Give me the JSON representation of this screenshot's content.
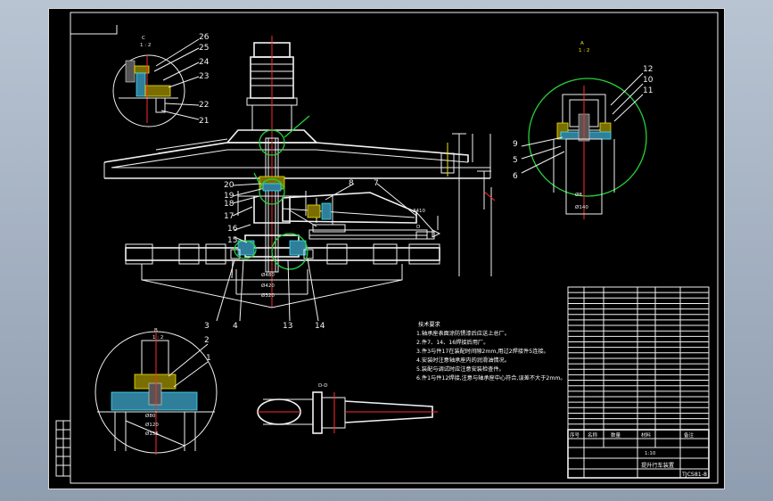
{
  "drawing": {
    "callouts_main": [
      "1",
      "2",
      "3",
      "4",
      "5",
      "6",
      "7",
      "8",
      "9",
      "10",
      "11",
      "12",
      "13",
      "14",
      "15",
      "16",
      "17",
      "18",
      "19",
      "20",
      "21",
      "22",
      "23",
      "24",
      "25",
      "26"
    ],
    "detail_marks": [
      "C",
      "B",
      "A",
      "D-D"
    ],
    "tech_req_title": "技术要求",
    "tech_req_lines": [
      "1.轴承座表面涂防锈漆后应送上总厂。",
      "2.件7、14、16焊接后用厂。",
      "3.件3与件17在装配时间隙2mm,用过2焊接件5连接。",
      "4.安装时注意轴承座内的润滑油情况。",
      "5.装配与调试时应注意安装检查件。",
      "6.件1与件12焊接,注意与轴承座中心符合,误差不大于2mm。"
    ],
    "dim_text": "3410"
  },
  "title_block": {
    "drawing_title": "提升行车装置",
    "drawing_no": "TJCS81-8",
    "scale": "1:10",
    "header_cols": [
      "序号",
      "名称",
      "数量",
      "材料",
      "备注"
    ]
  },
  "colors": {
    "line": "#f2f2f2",
    "center": "#ff2a2a",
    "detail_circle": "#27d23a",
    "hatch_cyan": "#3fe0ff",
    "hatch_yellow": "#f2e400",
    "background": "#000000",
    "window": "#b8c4d2"
  }
}
